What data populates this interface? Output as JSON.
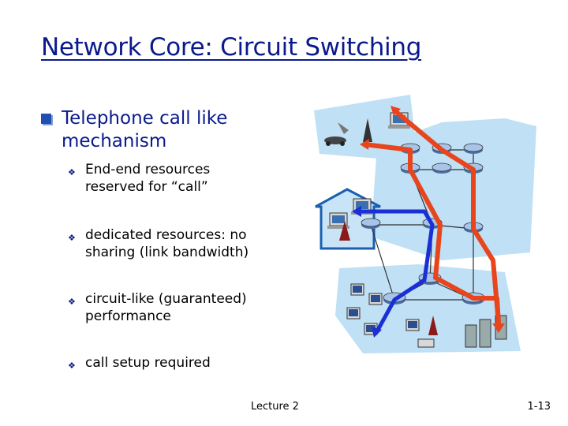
{
  "slide": {
    "title": "Network Core: Circuit Switching",
    "main_bullet": "Telephone call like mechanism",
    "sub_bullets": [
      "End-end resources reserved for “call”",
      "dedicated resources: no sharing (link bandwidth)",
      "circuit-like (guaranteed) performance",
      "call setup required"
    ],
    "footer_center": "Lecture 2",
    "footer_right": "1-13"
  },
  "colors": {
    "title": "#0a1a8c",
    "cloud": "#bfe0f5",
    "circuit_red": "#e8451c",
    "circuit_blue": "#1a2fd6"
  },
  "icons": [
    "router-icon",
    "computer-icon",
    "server-icon",
    "antenna-icon",
    "laptop-icon",
    "car-icon",
    "satellite-icon"
  ]
}
